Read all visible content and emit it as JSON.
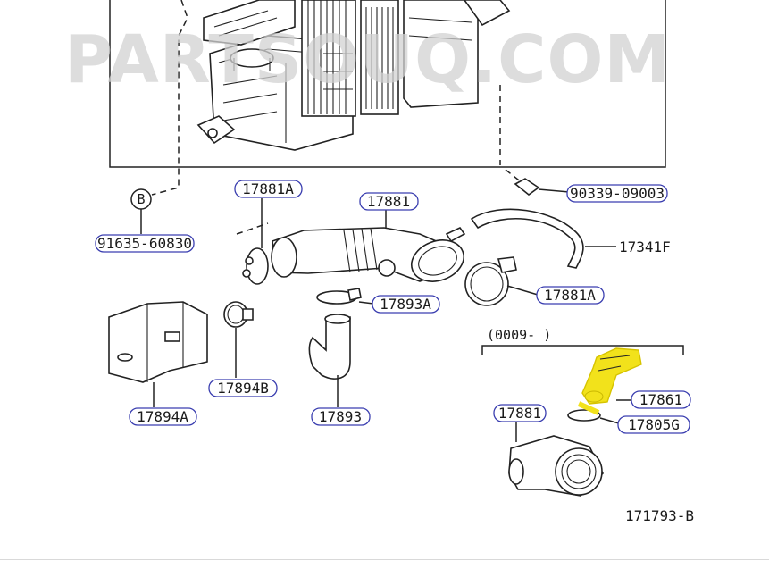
{
  "watermark": "PARTSOUQ.COM",
  "labels": {
    "p91635": "91635-60830",
    "p17881A_top": "17881A",
    "p17881": "17881",
    "p90339": "90339-09003",
    "p17341F": "17341F",
    "p17881A_right": "17881A",
    "p17893A": "17893A",
    "p17894B": "17894B",
    "p17894A": "17894A",
    "p17893": "17893",
    "p17861": "17861",
    "p17805G": "17805G",
    "p17881_lower": "17881"
  },
  "callout_b": "B",
  "date_range": "(0009-        )",
  "diagram_code": "171793-B",
  "highlight_color": "#f2e21b",
  "pill_border_color": "#3b3fb0"
}
